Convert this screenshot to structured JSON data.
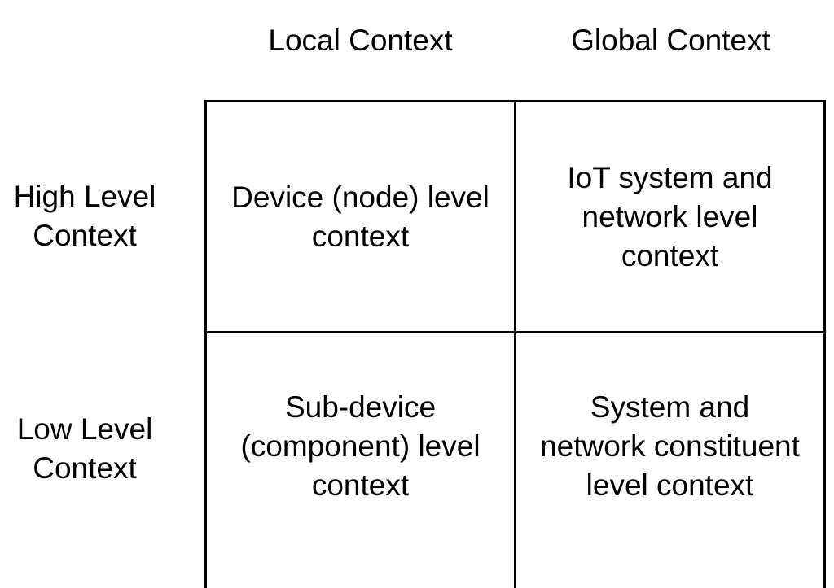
{
  "columns": {
    "local": "Local Context",
    "global": "Global Context"
  },
  "rows": {
    "high": "High Level\nContext",
    "low": "Low Level\nContext"
  },
  "cells": {
    "high_local": "Device (node) level\ncontext",
    "high_global": "IoT system and\nnetwork level\ncontext",
    "low_local": "Sub-device\n(component) level\ncontext",
    "low_global": "System and\nnetwork constituent\nlevel context"
  }
}
